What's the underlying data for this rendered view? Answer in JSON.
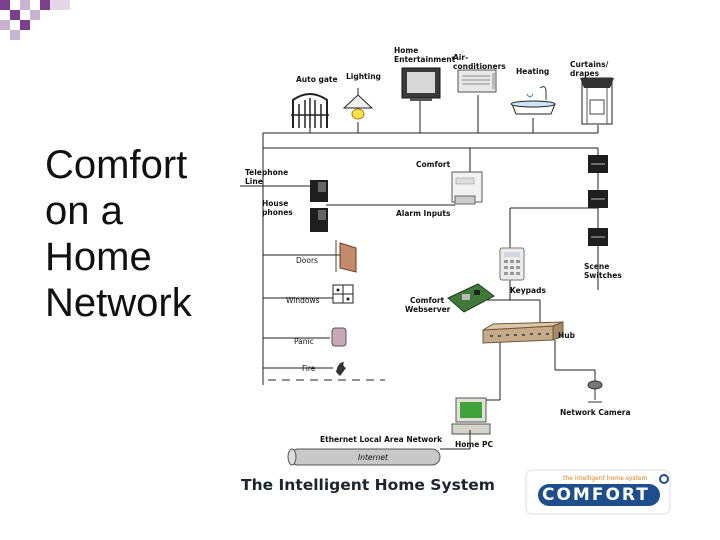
{
  "slide": {
    "title_lines": [
      "Comfort",
      "on a",
      "Home",
      "Network"
    ],
    "footer": "The Intelligent Home System"
  },
  "logo": {
    "tagline": "the intelligent home system",
    "wordmark": "COMFORT"
  },
  "diagram": {
    "labels": {
      "home_entertainment": "Home",
      "home_entertainment_2": "Entertainment",
      "air_conditioners": "Air-",
      "air_conditioners_2": "conditioners",
      "auto_gate": "Auto gate",
      "lighting": "Lighting",
      "heating": "Heating",
      "curtains": "Curtains/",
      "curtains_2": "drapes",
      "comfort": "Comfort",
      "telephone_line": "Telephone",
      "telephone_line_2": "Line",
      "house_phones": "House",
      "house_phones_2": "phones",
      "alarm_inputs": "Alarm Inputs",
      "doors": "Doors",
      "windows": "Windows",
      "panic": "Panic",
      "fire": "Fire",
      "scene_switches": "Scene",
      "scene_switches_2": "Switches",
      "keypads": "Keypads",
      "comfort_webserver": "Comfort",
      "comfort_webserver_2": "Webserver",
      "hub": "Hub",
      "network_camera": "Network Camera",
      "ethernet_lan": "Ethernet Local Area Network",
      "home_pc": "Home PC",
      "internet": "Internet"
    }
  }
}
